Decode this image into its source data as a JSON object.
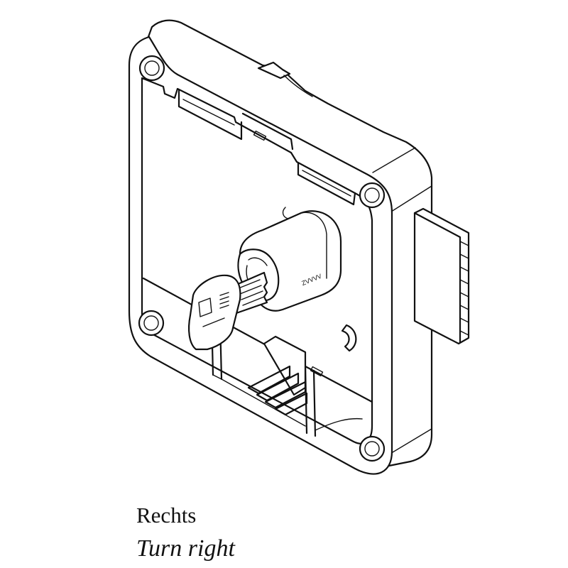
{
  "illustration": {
    "subject": "cabinet-lock-with-key",
    "key_marking": "ZVVVV"
  },
  "captions": {
    "german": "Rechts",
    "english": "Turn right"
  }
}
